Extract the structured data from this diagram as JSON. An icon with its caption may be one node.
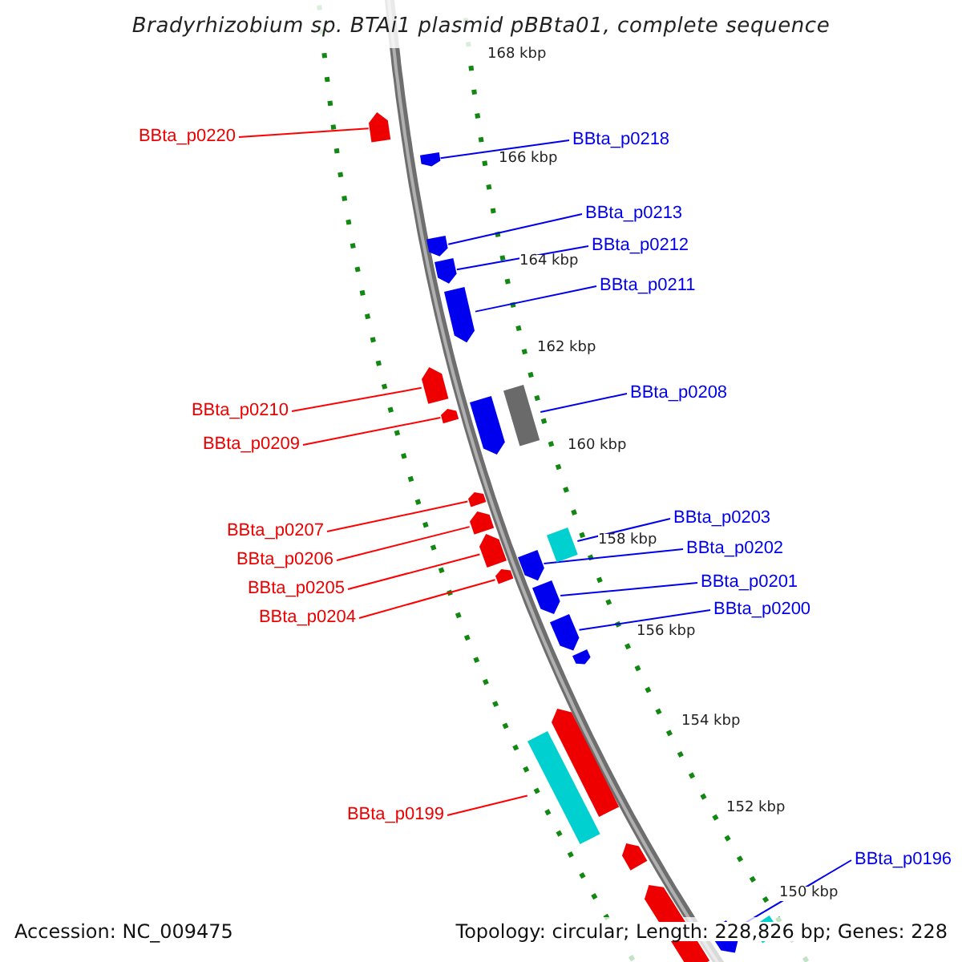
{
  "diagram": {
    "title": "Bradyrhizobium sp. BTAi1 plasmid pBBta01, complete sequence",
    "nodes": [
      {
        "text": [
          "BBta_p0220"
        ]
      },
      {
        "text": [
          "BBta_p0218"
        ]
      },
      {
        "text": [
          "BBta_p0213"
        ]
      },
      {
        "text": [
          "BBta_p0212"
        ]
      },
      {
        "text": [
          "BBta_p0211"
        ]
      },
      {
        "text": [
          "BBta_p0208"
        ]
      },
      {
        "text": [
          "BBta_p0210"
        ]
      },
      {
        "text": [
          "BBta_p0209"
        ]
      },
      {
        "text": [
          "BBta_p0203"
        ]
      },
      {
        "text": [
          "BBta_p0207"
        ]
      },
      {
        "text": [
          "BBta_p0202"
        ]
      },
      {
        "text": [
          "BBta_p0206"
        ]
      },
      {
        "text": [
          "BBta_p0201"
        ]
      },
      {
        "text": [
          "BBta_p0205"
        ]
      },
      {
        "text": [
          "BBta_p0200"
        ]
      },
      {
        "text": [
          "BBta_p0204"
        ]
      },
      {
        "text": [
          "BBta_p0199"
        ]
      },
      {
        "text": [
          "BBta_p0196"
        ]
      },
      {
        "text": [],
        "shape": "arrow"
      },
      {
        "text": [],
        "shape": "arrow"
      },
      {
        "text": [],
        "shape": "arrow"
      },
      {
        "text": [],
        "shape": "arrow"
      },
      {
        "text": [],
        "shape": "arrow"
      },
      {
        "text": [],
        "shape": "arrow"
      },
      {
        "text": [],
        "shape": "arrow"
      },
      {
        "text": [],
        "shape": "box"
      },
      {
        "text": [],
        "shape": "arrow"
      },
      {
        "text": [],
        "shape": "arrow"
      },
      {
        "text": [],
        "shape": "arrow"
      },
      {
        "text": [],
        "shape": "arrow"
      },
      {
        "text": [],
        "shape": "box"
      },
      {
        "text": [],
        "shape": "arrow"
      },
      {
        "text": [],
        "shape": "arrow"
      },
      {
        "text": [],
        "shape": "arrow"
      },
      {
        "text": [],
        "shape": "arrow"
      },
      {
        "text": [],
        "shape": "arrow"
      },
      {
        "text": [],
        "shape": "arrow"
      },
      {
        "text": [],
        "shape": "box"
      },
      {
        "text": [],
        "shape": "arrow"
      },
      {
        "text": [],
        "shape": "arrow"
      },
      {
        "text": [],
        "shape": "arrow"
      },
      {
        "text": [],
        "shape": "box"
      }
    ],
    "edges": [
      {
        "from": 0,
        "to": 18,
        "arrow": "none",
        "color": "#ff0000"
      },
      {
        "from": 1,
        "to": 19,
        "arrow": "none"
      },
      {
        "from": 2,
        "to": 20,
        "arrow": "none"
      },
      {
        "from": 3,
        "to": 21,
        "arrow": "none"
      },
      {
        "from": 4,
        "to": 22,
        "arrow": "none"
      },
      {
        "from": 5,
        "to": 25,
        "arrow": "none"
      },
      {
        "from": 6,
        "to": 23,
        "arrow": "none",
        "color": "#ff0000"
      },
      {
        "from": 7,
        "to": 24,
        "arrow": "none",
        "color": "#ff0000"
      },
      {
        "from": 8,
        "to": 30,
        "arrow": "none"
      },
      {
        "from": 9,
        "to": 27,
        "arrow": "none",
        "color": "#ff0000"
      },
      {
        "from": 10,
        "to": 32,
        "arrow": "none"
      },
      {
        "from": 11,
        "to": 28,
        "arrow": "none",
        "color": "#ff0000"
      },
      {
        "from": 12,
        "to": 33,
        "arrow": "none"
      },
      {
        "from": 13,
        "to": 29,
        "arrow": "none",
        "color": "#ff0000"
      },
      {
        "from": 14,
        "to": 34,
        "arrow": "none"
      },
      {
        "from": 15,
        "to": 31,
        "arrow": "none",
        "color": "#ff0000"
      },
      {
        "from": 16,
        "to": 37,
        "arrow": "none",
        "color": "#ff0000"
      },
      {
        "from": 17,
        "to": 40,
        "arrow": "none"
      }
    ],
    "labels": [
      "168 kbp",
      "166 kbp",
      "164 kbp",
      "162 kbp",
      "160 kbp",
      "158 kbp",
      "156 kbp",
      "154 kbp",
      "152 kbp",
      "150 kbp",
      "Accession: NC_009475",
      "Topology: circular; Length: 228,826 bp; Genes: 228"
    ]
  }
}
